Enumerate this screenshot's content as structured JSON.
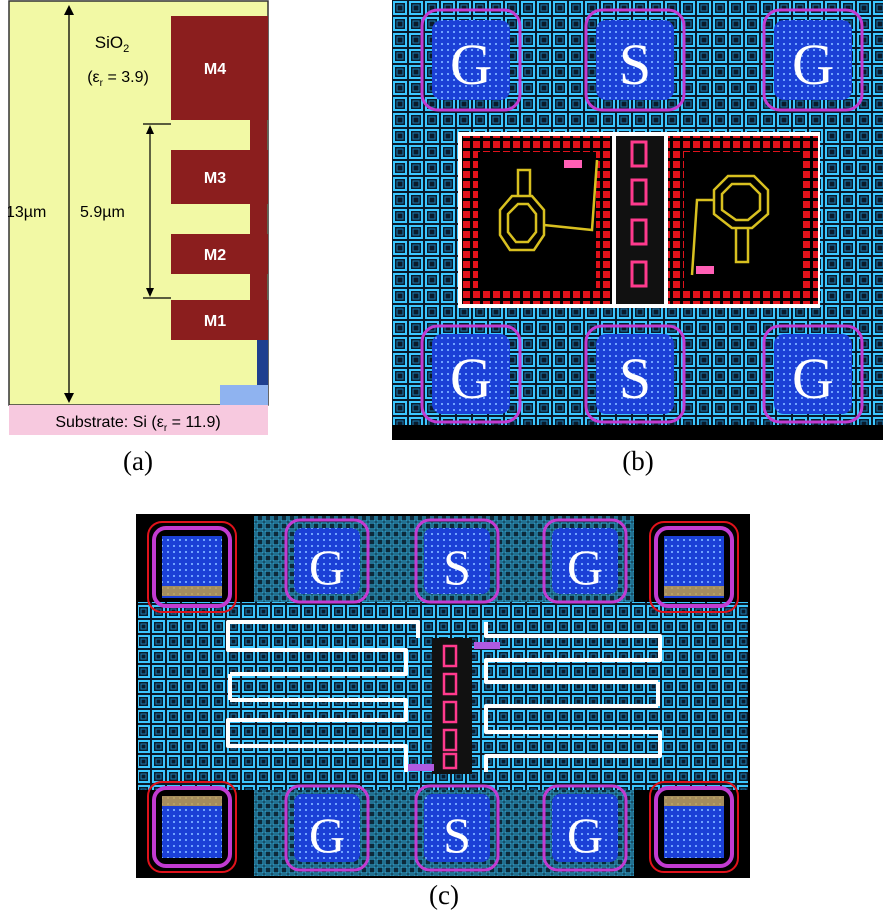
{
  "panel_a": {
    "layers": [
      "M4",
      "M3",
      "M2",
      "M1"
    ],
    "oxide_label": "SiO",
    "oxide_sub": "2",
    "oxide_eps": "(ε",
    "oxide_eps_sub": "r",
    "oxide_eps_value": " = 3.9)",
    "total_thickness": "13µm",
    "stack_thickness": "5.9µm",
    "substrate_prefix": "Substrate: Si (ε",
    "substrate_sub": "r",
    "substrate_suffix": " = 11.9)",
    "caption": "(a)",
    "colors": {
      "oxide": "#f2f9a5",
      "metal": "#8b1e1e",
      "substrate": "#f7c9df"
    }
  },
  "panel_b": {
    "pads_top": [
      "G",
      "S",
      "G"
    ],
    "pads_bottom": [
      "G",
      "S",
      "G"
    ],
    "caption": "(b)"
  },
  "panel_c": {
    "pads_top": [
      "G",
      "S",
      "G"
    ],
    "pads_bottom": [
      "G",
      "S",
      "G"
    ],
    "caption": "(c)"
  },
  "icons": [
    "inductor-coil-icon",
    "meander-line-icon",
    "probe-pad-icon"
  ]
}
